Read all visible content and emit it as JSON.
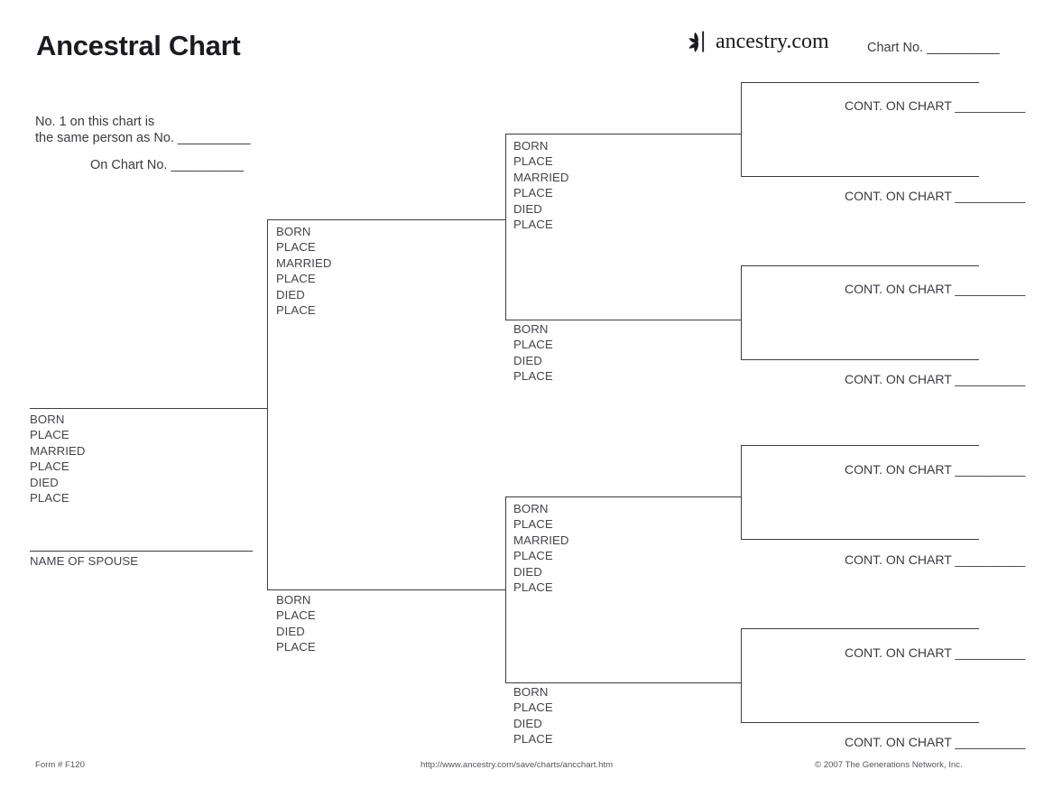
{
  "document": {
    "title": "Ancestral Chart",
    "brand": {
      "logo_icon": "ancestry-leaf-icon",
      "name": "ancestry.com"
    },
    "chart_no_label": "Chart No. __________"
  },
  "note": {
    "line1": "No. 1 on this chart is",
    "line2": "the same person as No. __________",
    "line3": "On Chart No. __________"
  },
  "field_labels": {
    "full": [
      "BORN",
      "PLACE",
      "MARRIED",
      "PLACE",
      "DIED",
      "PLACE"
    ],
    "short": [
      "BORN",
      "PLACE",
      "DIED",
      "PLACE"
    ]
  },
  "person1": {
    "spouse_caption": "NAME OF SPOUSE",
    "fields": [
      "BORN",
      "PLACE",
      "MARRIED",
      "PLACE",
      "DIED",
      "PLACE"
    ]
  },
  "generation2": [
    {
      "fields": [
        "BORN",
        "PLACE",
        "MARRIED",
        "PLACE",
        "DIED",
        "PLACE"
      ]
    },
    {
      "fields": [
        "BORN",
        "PLACE",
        "DIED",
        "PLACE"
      ]
    }
  ],
  "generation3": [
    {
      "fields": [
        "BORN",
        "PLACE",
        "MARRIED",
        "PLACE",
        "DIED",
        "PLACE"
      ]
    },
    {
      "fields": [
        "BORN",
        "PLACE",
        "DIED",
        "PLACE"
      ]
    },
    {
      "fields": [
        "BORN",
        "PLACE",
        "MARRIED",
        "PLACE",
        "DIED",
        "PLACE"
      ]
    },
    {
      "fields": [
        "BORN",
        "PLACE",
        "DIED",
        "PLACE"
      ]
    }
  ],
  "generation4": [
    {
      "cont": "CONT. ON CHART __________"
    },
    {
      "cont": "CONT. ON CHART __________"
    },
    {
      "cont": "CONT. ON CHART __________"
    },
    {
      "cont": "CONT. ON CHART __________"
    },
    {
      "cont": "CONT. ON CHART __________"
    },
    {
      "cont": "CONT. ON CHART __________"
    },
    {
      "cont": "CONT. ON CHART __________"
    },
    {
      "cont": "CONT. ON CHART __________"
    }
  ],
  "footer": {
    "form": "Form # F120",
    "url": "http://www.ancestry.com/save/charts/ancchart.htm",
    "copyright": "© 2007 The Generations Network, Inc."
  },
  "colors": {
    "ink": "#2b2b33",
    "line": "#3c3c42",
    "label": "#44444c",
    "background": "#ffffff"
  }
}
